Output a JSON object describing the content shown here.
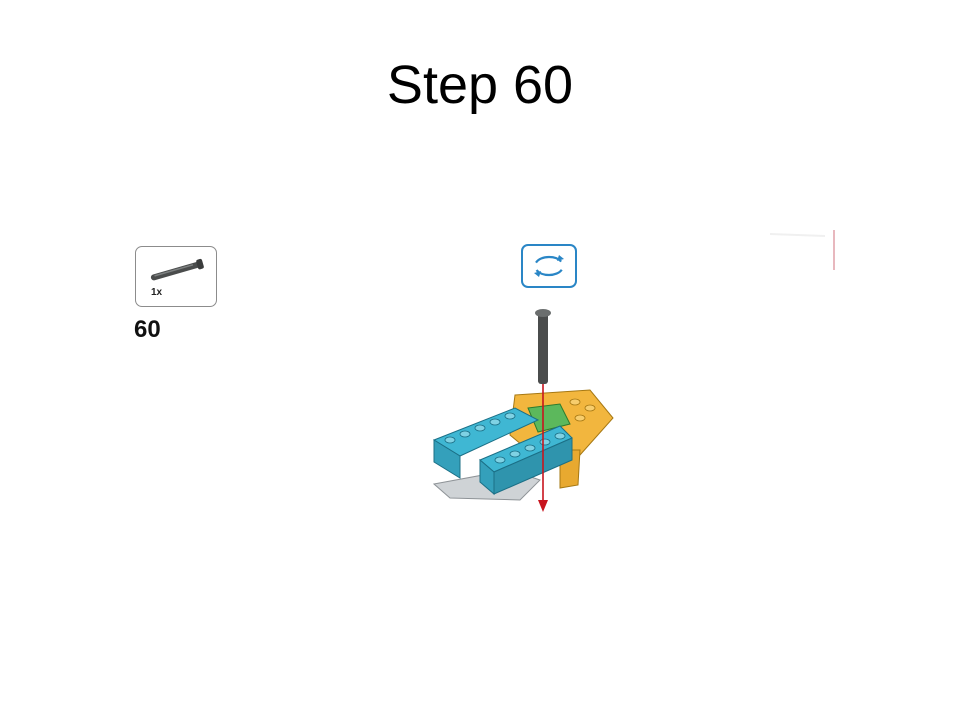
{
  "page": {
    "title": "Step 60"
  },
  "parts_list": {
    "items": [
      {
        "icon": "grey-axle-pin-icon",
        "quantity": "1x"
      }
    ]
  },
  "step": {
    "number": "60"
  },
  "icons": {
    "rotate": "rotate-model-icon",
    "model": "lego-model-assembly-icon"
  },
  "colors": {
    "brick_blue": "#3fb7d3",
    "brick_orange": "#f2b63e",
    "brick_green": "#5cb85c",
    "pin_grey": "#4a4c4c",
    "arrow_red": "#c8141e",
    "rotate_blue": "#2a86c6"
  }
}
